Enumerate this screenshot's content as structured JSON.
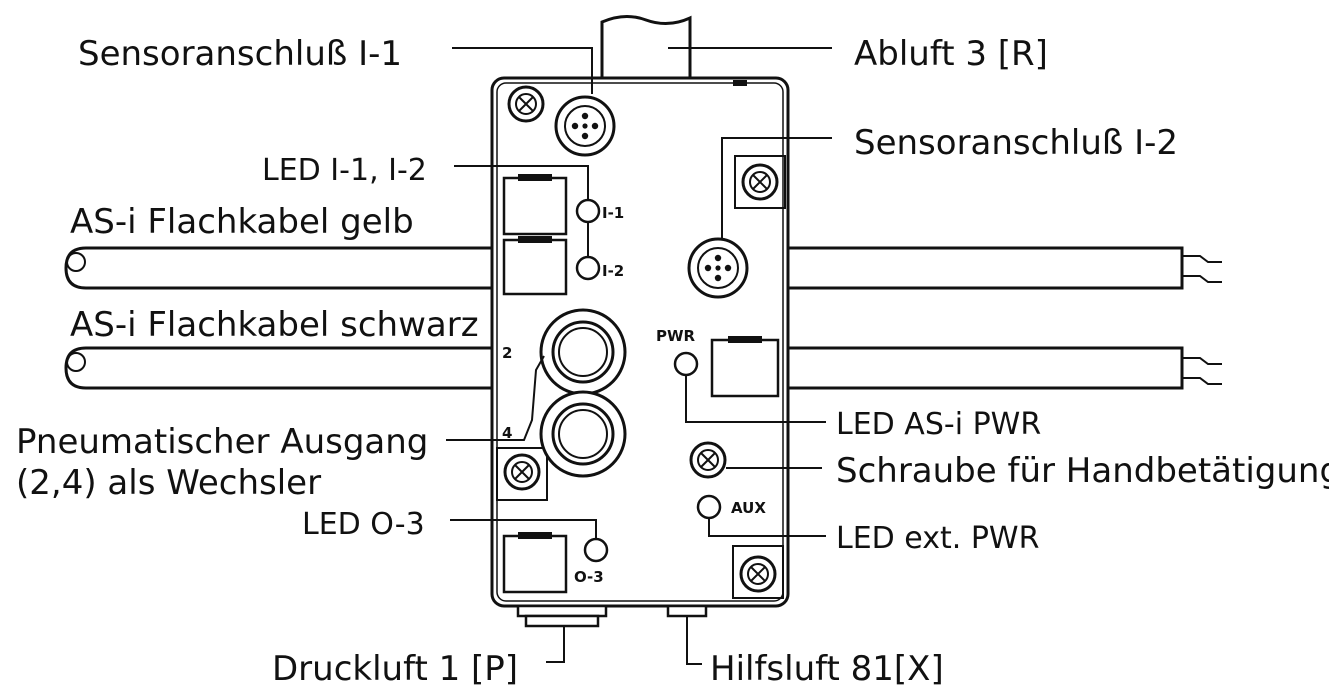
{
  "labels": {
    "sensor_i1": "Sensoranschluß I-1",
    "abluft": "Abluft 3 [R]",
    "sensor_i2": "Sensoranschluß I-2",
    "led_i1_i2": "LED I-1, I-2",
    "cable_yellow": "AS-i Flachkabel gelb",
    "cable_black": "AS-i Flachkabel schwarz",
    "pneumatic_line1": "Pneumatischer Ausgang",
    "pneumatic_line2": "(2,4) als Wechsler",
    "led_aspwr": "LED AS-i PWR",
    "screw_manual": "Schraube für Handbetätigung",
    "led_o3": "LED O-3",
    "led_ext_pwr": "LED ext. PWR",
    "druckluft": "Druckluft 1 [P]",
    "hilfsluft": "Hilfsluft 81[X]"
  },
  "marks": {
    "i1": "I-1",
    "i2": "I-2",
    "port2": "2",
    "port4": "4",
    "pwr": "PWR",
    "aux": "AUX",
    "o3": "O-3"
  },
  "colors": {
    "black_cable_fill": "#a8a8a8",
    "yellow_cable_fill": "#ffffff",
    "line": "#111111"
  }
}
